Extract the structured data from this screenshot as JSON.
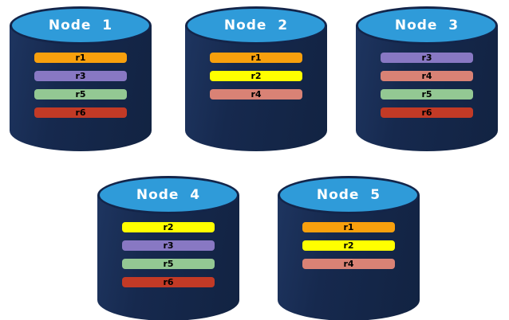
{
  "diagram": {
    "description": "replica distribution across database nodes",
    "background": "#FFFFFF"
  },
  "colors": {
    "cylinder_top": "#2F9BD9",
    "cylinder_body": "#16294E",
    "cylinder_border": "#13254A",
    "title_text": "#FFFFFF",
    "bar_text": "#000000",
    "replicas": {
      "r1": "#F8A00D",
      "r2": "#FFFF00",
      "r3": "#8878C3",
      "r4": "#D98275",
      "r5": "#93C893",
      "r6": "#C23A26"
    }
  },
  "nodes": [
    {
      "label": "Node  1",
      "replicas": [
        "r1",
        "r3",
        "r5",
        "r6"
      ],
      "row": 1
    },
    {
      "label": "Node  2",
      "replicas": [
        "r1",
        "r2",
        "r4"
      ],
      "row": 1
    },
    {
      "label": "Node  3",
      "replicas": [
        "r3",
        "r4",
        "r5",
        "r6"
      ],
      "row": 1
    },
    {
      "label": "Node  4",
      "replicas": [
        "r2",
        "r3",
        "r5",
        "r6"
      ],
      "row": 2
    },
    {
      "label": "Node  5",
      "replicas": [
        "r1",
        "r2",
        "r4"
      ],
      "row": 2
    }
  ]
}
